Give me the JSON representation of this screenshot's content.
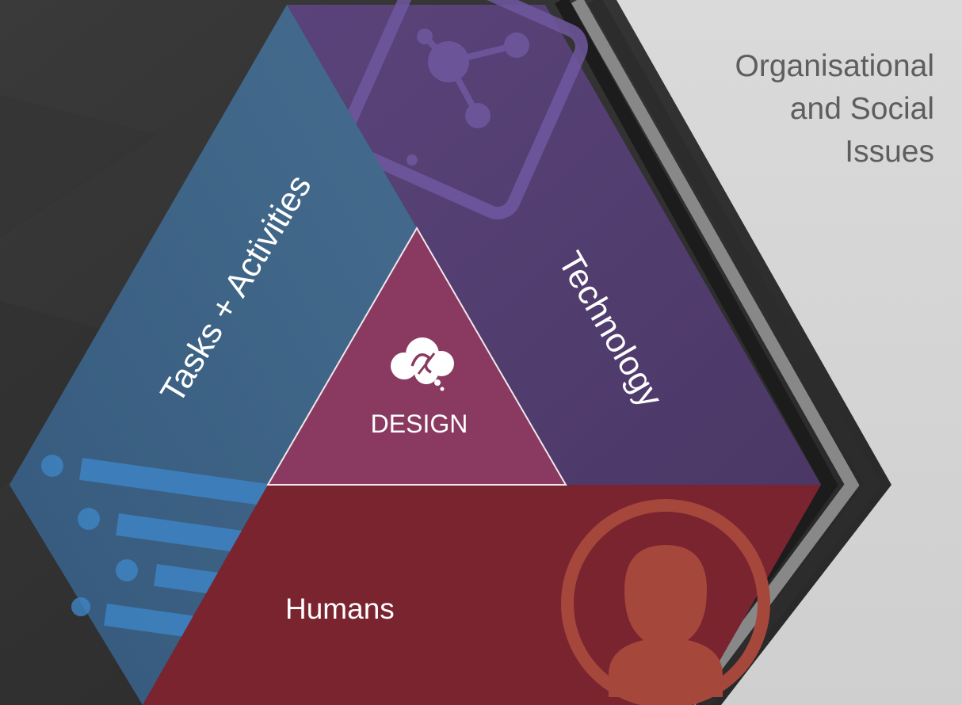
{
  "context_panel": {
    "label_lines": [
      "Organisational",
      "and Social",
      "Issues"
    ]
  },
  "segments": {
    "tasks": {
      "label": "Tasks + Activities",
      "icon": "task-list-icon"
    },
    "technology": {
      "label": "Technology",
      "icon": "tablet-network-icon"
    },
    "humans": {
      "label": "Humans",
      "icon": "user-profile-icon"
    },
    "design": {
      "label": "DESIGN",
      "icon": "thought-cloud-icon"
    }
  },
  "colors": {
    "background": "#2d2d2d",
    "context_panel": "#d4d4d4",
    "tasks": "#3e6486",
    "technology": "#503c6c",
    "humans": "#7a2430",
    "design": "#8a3a60",
    "label_text": "#ffffff",
    "context_text": "#5e5e5e"
  }
}
